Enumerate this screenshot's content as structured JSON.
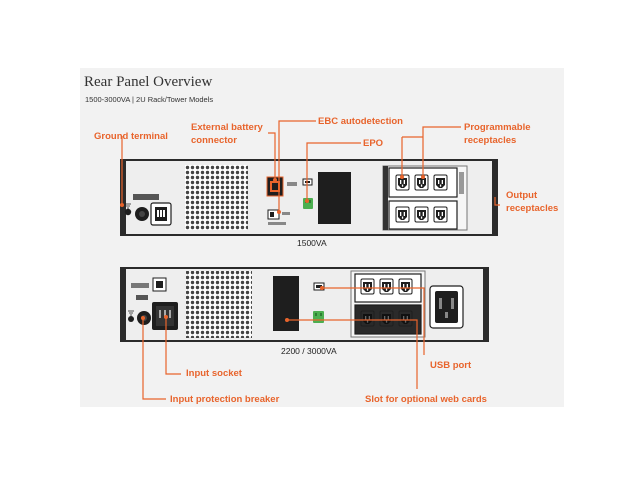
{
  "header": {
    "title": "Rear Panel Overview",
    "subtitle": "1500-3000VA | 2U Rack/Tower Models"
  },
  "colors": {
    "accent": "#e8642c",
    "panel_background": "#f2f2f2",
    "unit_face": "#e9e9e9",
    "unit_border": "#2b2b2b",
    "dark_component": "#1e1e1e",
    "green_terminal": "#4caf50"
  },
  "callouts": {
    "ground_terminal": "Ground terminal",
    "external_battery_connector": [
      "External battery",
      "connector"
    ],
    "ebc_autodetection": "EBC autodetection",
    "epo": "EPO",
    "programmable_receptacles": [
      "Programmable",
      "receptacles"
    ],
    "output_receptacles": [
      "Output",
      "receptacles"
    ],
    "input_socket": "Input socket",
    "input_protection_breaker": "Input protection breaker",
    "usb_port": "USB port",
    "slot_web_cards": "Slot for optional web cards"
  },
  "models": {
    "top": "1500VA",
    "bottom": "2200 / 3000VA"
  },
  "icons": [
    "ground-symbol-icon",
    "fan-grille-icon",
    "receptacle-outlet-icon",
    "usb-port-icon",
    "circuit-breaker-icon"
  ]
}
